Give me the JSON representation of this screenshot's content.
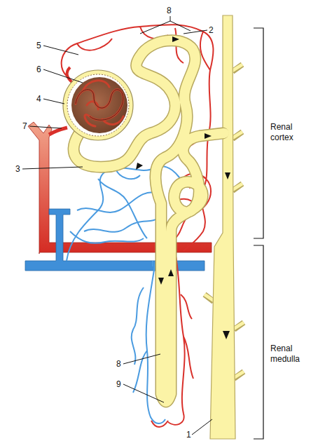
{
  "diagram": {
    "labels": [
      "8",
      "5",
      "2",
      "6",
      "4",
      "7",
      "Renal cortex",
      "3",
      "Renal medulla",
      "8",
      "9",
      "1"
    ]
  }
}
